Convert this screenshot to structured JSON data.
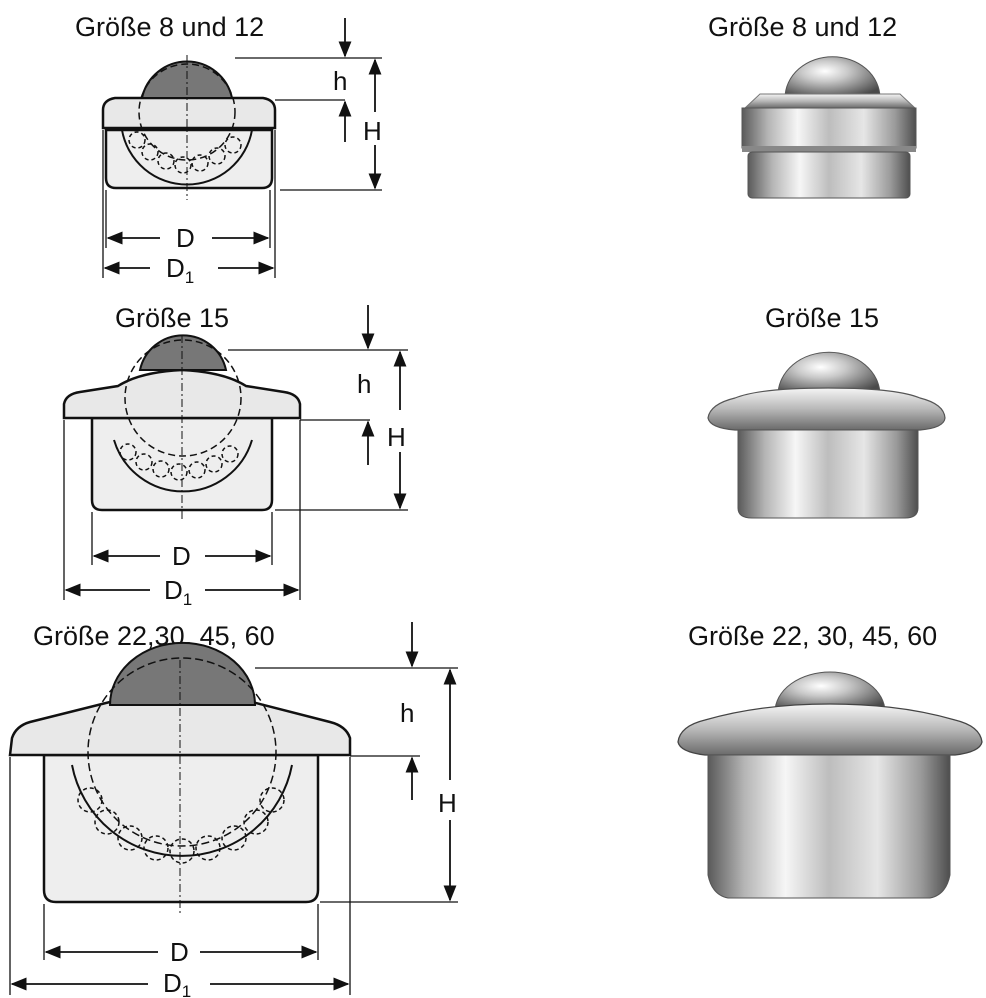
{
  "colors": {
    "ink": "#111111",
    "ball": "#777777",
    "body_fill": "#eeeeee",
    "metal_dark": "#6f6f6f",
    "metal_light": "#f4f4f4"
  },
  "sections": [
    {
      "drawing_title": "Größe 8 und 12",
      "photo_title": "Größe 8 und 12",
      "dims": {
        "h": "h",
        "H": "H",
        "D": "D",
        "D1": "D",
        "D1_sub": "1"
      }
    },
    {
      "drawing_title": "Größe 15",
      "photo_title": "Größe 15",
      "dims": {
        "h": "h",
        "H": "H",
        "D": "D",
        "D1": "D",
        "D1_sub": "1"
      }
    },
    {
      "drawing_title": "Größe 22,30, 45, 60",
      "photo_title": "Größe 22, 30, 45, 60",
      "dims": {
        "h": "h",
        "H": "H",
        "D": "D",
        "D1": "D",
        "D1_sub": "1"
      }
    }
  ]
}
